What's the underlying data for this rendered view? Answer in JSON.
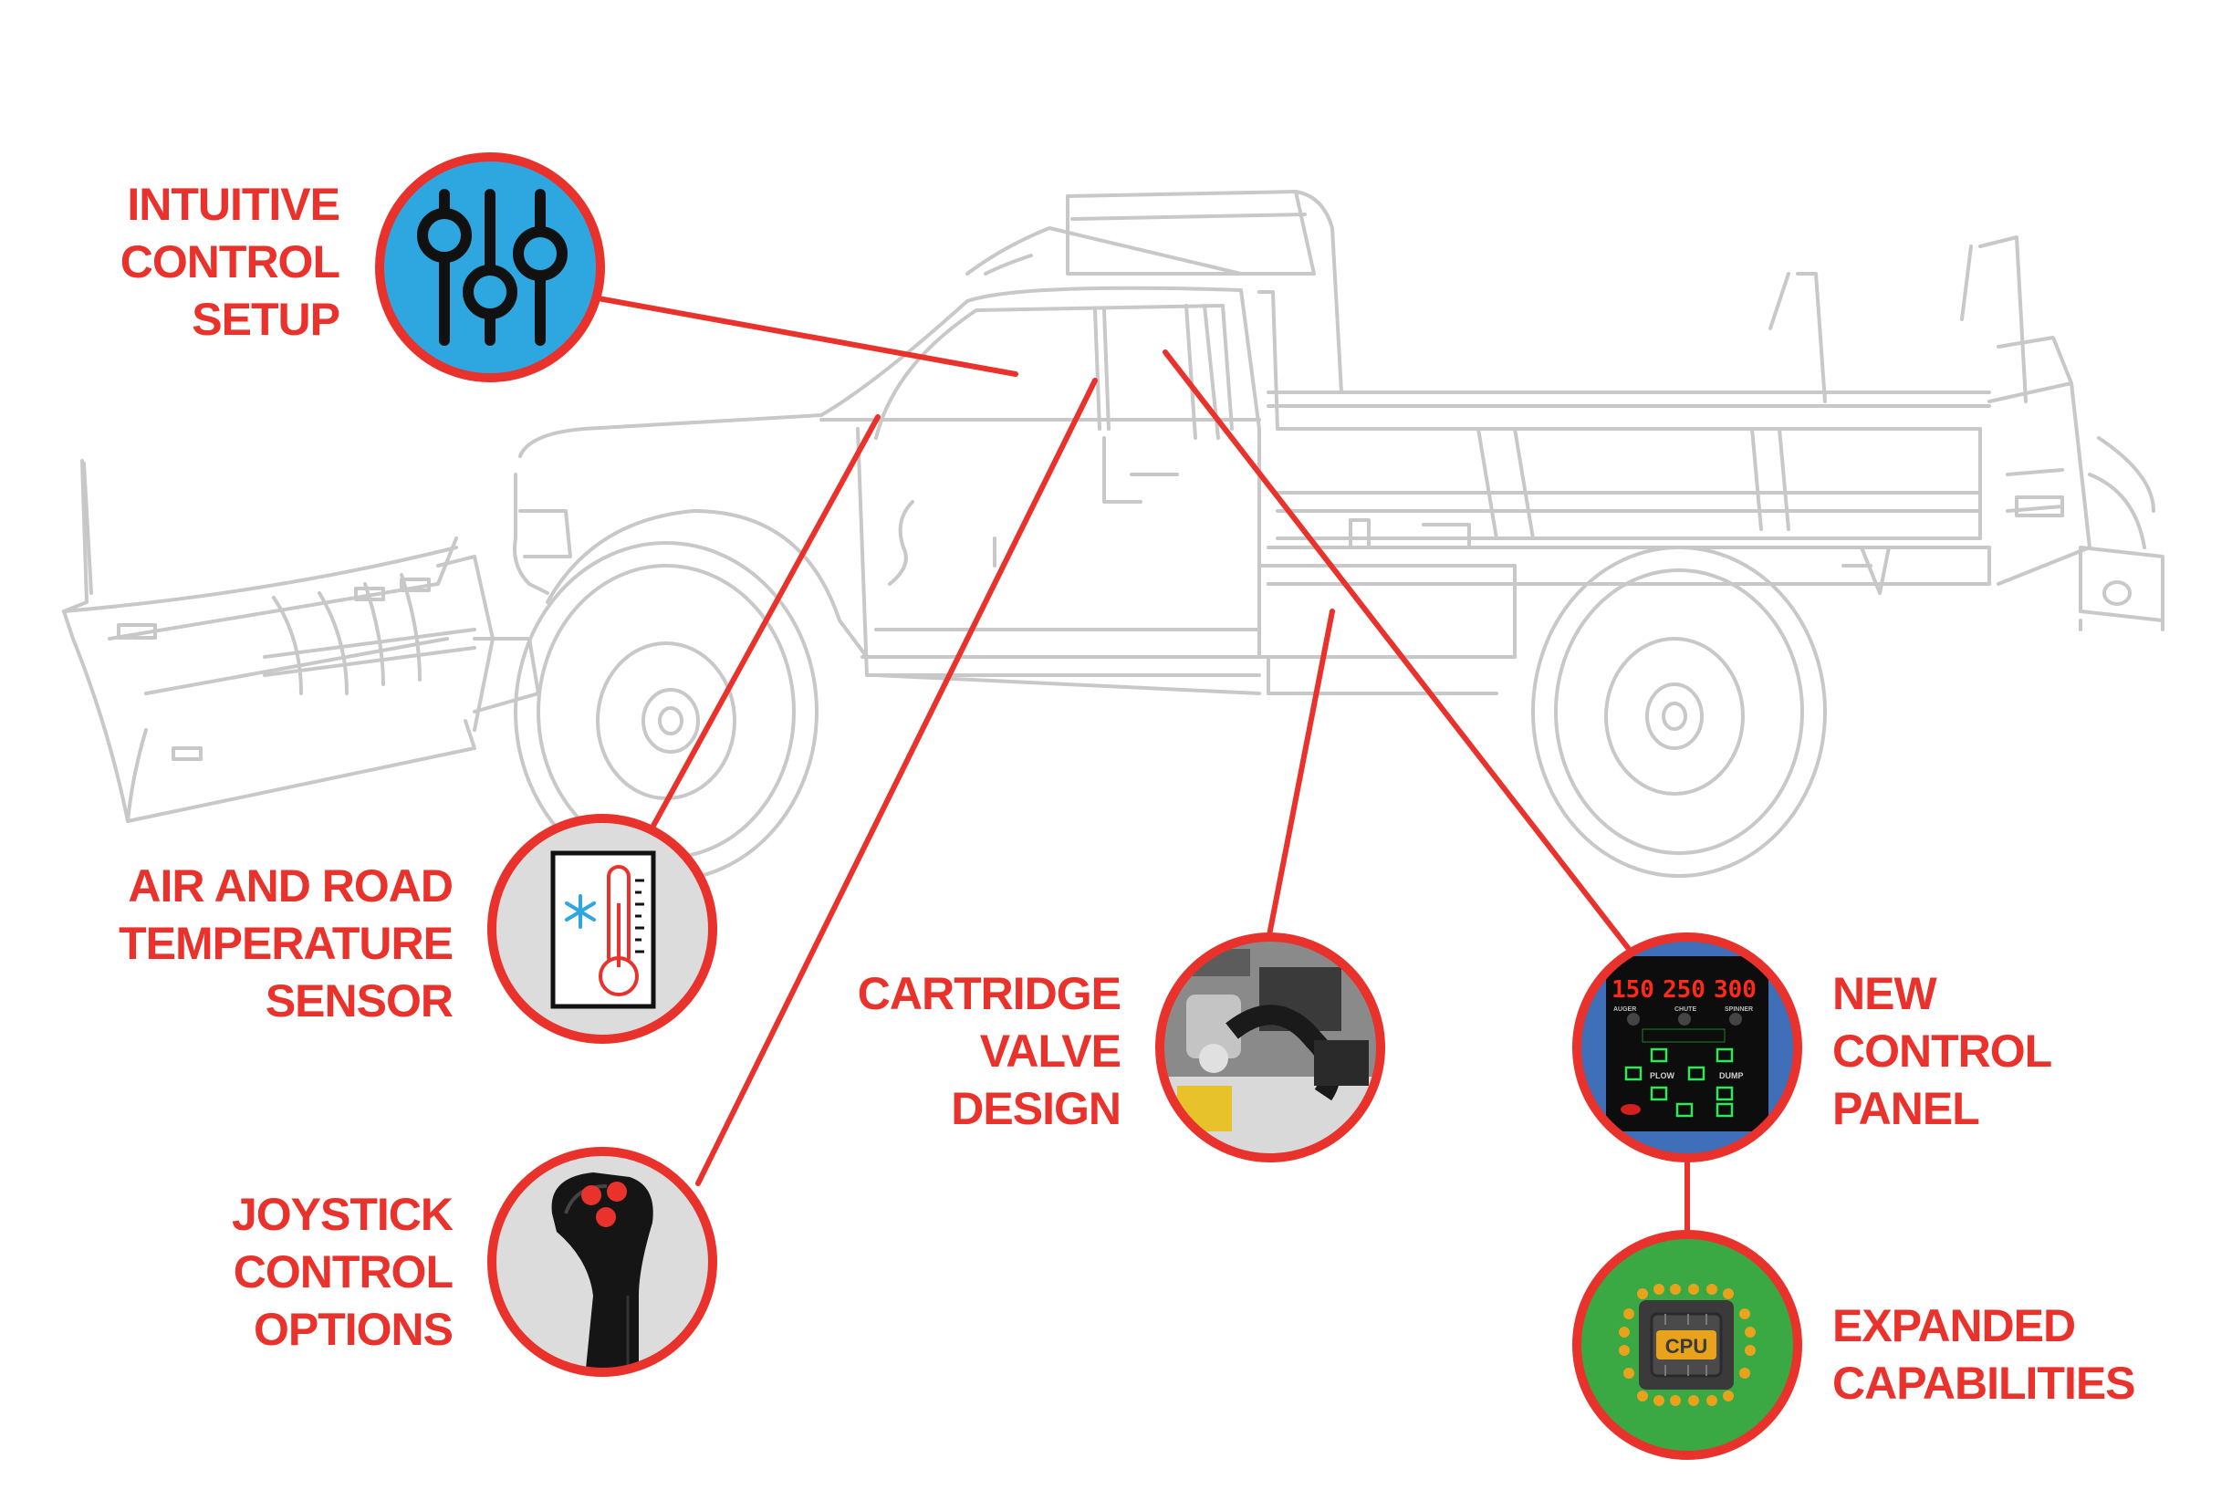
{
  "colors": {
    "accent": "#e8322b",
    "sketch": "#c8c8c8",
    "blue_bg": "#2ea6e0",
    "panel_bg": "#3f6fb8",
    "green_bg": "#3aa843",
    "grey_bg": "#dcdcdc",
    "chip": "#e8a21c"
  },
  "callouts": {
    "intuitive_control": {
      "lines": [
        "INTUITIVE",
        "CONTROL",
        "SETUP"
      ],
      "icon": "sliders-icon"
    },
    "temperature_sensor": {
      "lines": [
        "AIR AND ROAD",
        "TEMPERATURE",
        "SENSOR"
      ],
      "icon": "thermometer-icon"
    },
    "joystick": {
      "lines": [
        "JOYSTICK",
        "CONTROL",
        "OPTIONS"
      ],
      "icon": "joystick-icon"
    },
    "cartridge_valve": {
      "lines": [
        "CARTRIDGE",
        "VALVE",
        "DESIGN"
      ],
      "icon": "valve-photo"
    },
    "control_panel": {
      "lines": [
        "NEW",
        "CONTROL",
        "PANEL"
      ],
      "icon": "control-panel-photo"
    },
    "expanded": {
      "lines": [
        "EXPANDED",
        "CAPABILITIES"
      ],
      "icon": "cpu-icon"
    }
  },
  "control_panel_display": {
    "readout": [
      "150",
      "250",
      "300"
    ],
    "knob_labels": [
      "AUGER",
      "CHUTE",
      "SPINNER"
    ],
    "plow_label": "PLOW",
    "dump_label": "DUMP"
  },
  "cpu_label": "CPU"
}
